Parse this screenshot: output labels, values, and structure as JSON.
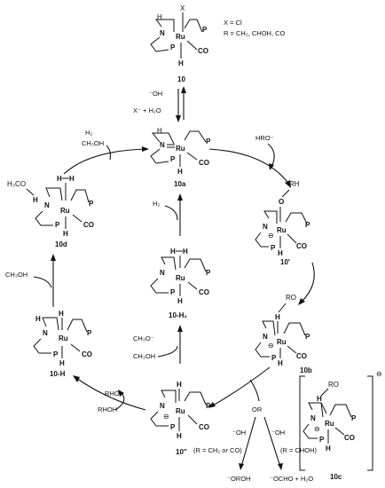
{
  "atoms": {
    "N": "N",
    "Ru": "Ru",
    "P": "P",
    "H": "H",
    "CO": "CO",
    "X": "X",
    "O": "O",
    "minus": "⊖"
  },
  "substituents": {
    "RH": "RH",
    "RO": "RO",
    "H3CO": "H₃CO",
    "H2": "H"
  },
  "legend": {
    "x_def": "X = Cl",
    "r_def": "R = CH₂, CHOH, CO"
  },
  "compounds": {
    "c10": "10",
    "c10a": "10a",
    "c10prime": "10'",
    "c10b": "10b",
    "c10c": "10c",
    "c10dp": "10''",
    "c10H": "10-H",
    "c10H2": "10-H₂",
    "c10d": "10d"
  },
  "reagents": {
    "oh": "⁻OH",
    "x_h2o": "X⁻ + H₂O",
    "hro": "HRO⁻",
    "h2": "H₂",
    "ch3oh": "CH₃OH",
    "h2_top": "H₂",
    "ch3oh_top": "CH₃OH",
    "ch3o": "CH₃O⁻",
    "ch3oh_mid": "CH₃OH",
    "rho": "RHO⁻",
    "rhoh": "RHOH",
    "ch3oh_left": "CH₃OH",
    "or": "OR",
    "oh_left": "⁻OH",
    "oh_right": "⁻OH",
    "cond_left": "(R = CH₂ or CO)",
    "cond_right": "(R = CHOH)",
    "prod_left": "⁻OROH",
    "prod_right": "⁻OCHO + H₂O"
  }
}
